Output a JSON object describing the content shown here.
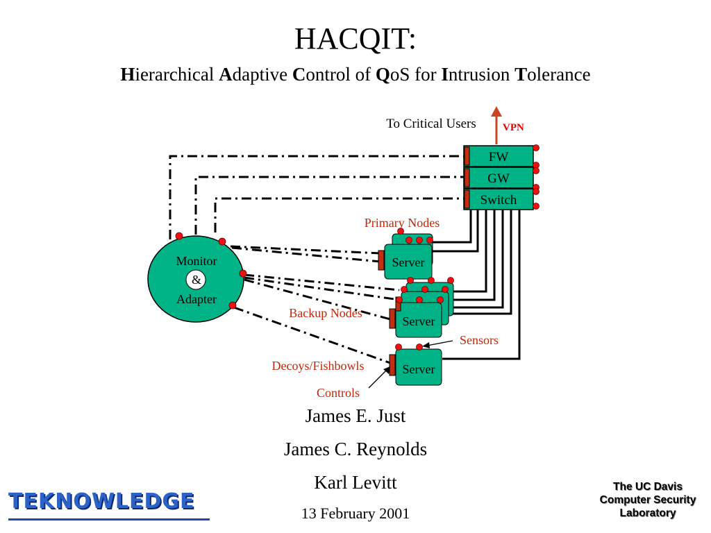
{
  "slide": {
    "title": "HACQIT:",
    "subtitle_parts": [
      {
        "cap": "H",
        "rest": "ierarchical "
      },
      {
        "cap": "A",
        "rest": "daptive "
      },
      {
        "cap": "C",
        "rest": "ontrol of "
      },
      {
        "cap": "Q",
        "rest": "oS for "
      },
      {
        "cap": "I",
        "rest": "ntrusion "
      },
      {
        "cap": "T",
        "rest": "olerance"
      }
    ],
    "authors": [
      "James E. Just",
      "James C. Reynolds",
      "Karl Levitt"
    ],
    "date": "13 February 2001",
    "logo_text": "TEKNOWLEDGE",
    "lab_lines": [
      "The UC Davis",
      "Computer Security",
      "Laboratory"
    ]
  },
  "diagram": {
    "to_critical_users": "To Critical Users",
    "vpn": "VPN",
    "gateway_stack": [
      "FW",
      "GW",
      "Switch"
    ],
    "monitor_lines": [
      "Monitor",
      "&",
      "Adapter"
    ],
    "server_label": "Server",
    "server_partial_label": "er",
    "primary_nodes": "Primary Nodes",
    "backup_nodes": "Backup Nodes",
    "sensors": "Sensors",
    "decoys": "Decoys/Fishbowls",
    "controls": "Controls"
  },
  "colors": {
    "node_fill": "#00b386",
    "sensor_dot": "#ee1111",
    "control_bar": "#c03010",
    "annotation_red": "#c0280a",
    "vpn_red": "#dd0000",
    "arrow_red": "#cc4422",
    "logo_blue": "#2c63c8"
  }
}
